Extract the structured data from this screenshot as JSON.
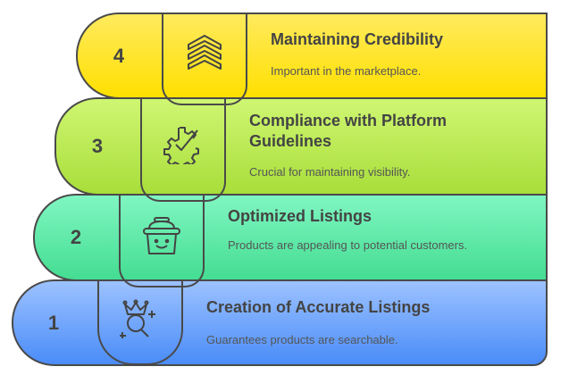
{
  "steps": [
    {
      "number": "1",
      "title": "Creation of Accurate Listings",
      "description": "Guarantees products are searchable.",
      "icon": "crown-search-icon",
      "color": "#4A8CF8"
    },
    {
      "number": "2",
      "title": "Optimized Listings",
      "description": "Products are appealing to potential customers.",
      "icon": "smiling-basket-icon",
      "color": "#44DD92"
    },
    {
      "number": "3",
      "title": "Compliance with Platform Guidelines",
      "description": "Crucial for maintaining visibility.",
      "icon": "gear-check-icon",
      "color": "#A8DE3A"
    },
    {
      "number": "4",
      "title": "Maintaining Credibility",
      "description": "Important in the marketplace.",
      "icon": "chevrons-up-icon",
      "color": "#FFE000"
    }
  ]
}
